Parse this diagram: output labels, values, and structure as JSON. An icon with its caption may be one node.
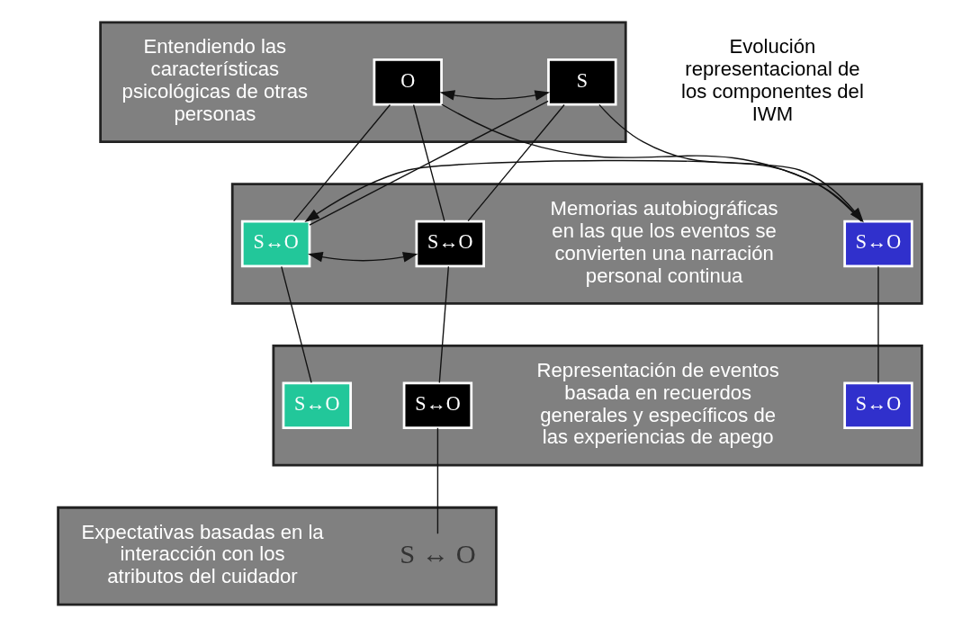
{
  "diagram": {
    "nodes": [
      {
        "text": [],
        "shape": "parallelogram",
        "beside": [
          "Entendiendo las características psicológicas de otras personas"
        ]
      },
      {
        "text": [
          "S"
        ],
        "in": 0
      },
      {
        "text": [
          "O"
        ],
        "in": 0
      },
      {
        "text": [],
        "shape": "parallelogram",
        "beside": [
          "Memorias autobiográficas en las que los eventos se convierten una narración personal continua"
        ]
      },
      {
        "text": [
          "S↔O"
        ],
        "in": 3
      },
      {
        "text": [
          "S↔O"
        ],
        "in": 3
      },
      {
        "text": [
          "S↔O"
        ],
        "in": 3
      },
      {
        "text": [],
        "shape": "parallelogram",
        "beside": [
          "Representación de eventos basada en recuerdos generales y específicos de las experiencias de apego"
        ]
      },
      {
        "text": [
          "S↔O"
        ],
        "in": 7
      },
      {
        "text": [
          "S↔O"
        ],
        "in": 7
      },
      {
        "text": [
          "S↔O"
        ],
        "in": 7
      },
      {
        "text": [],
        "shape": "parallelogram",
        "beside": [
          "Expectativas basadas en la interacción con los atributos del cuidador"
        ]
      },
      {
        "text": [
          "S ↔ O"
        ],
        "in": 11
      }
    ],
    "edges": [
      {
        "from": 1,
        "to": 2,
        "arrow": "both"
      },
      {
        "from": 1,
        "to": 4,
        "arrow": "none"
      },
      {
        "from": 1,
        "to": 5,
        "arrow": "none"
      },
      {
        "from": 1,
        "to": 6,
        "arrow": "none"
      },
      {
        "from": 2,
        "to": 4,
        "arrow": "none"
      },
      {
        "from": 2,
        "to": 5,
        "arrow": "none"
      },
      {
        "from": 2,
        "to": 6,
        "arrow": "none"
      },
      {
        "from": 4,
        "to": 5,
        "arrow": "both"
      },
      {
        "from": 5,
        "to": 6,
        "arrow": "both"
      },
      {
        "from": 4,
        "to": 8,
        "arrow": "none"
      },
      {
        "from": 5,
        "to": 9,
        "arrow": "none"
      },
      {
        "from": 6,
        "to": 10,
        "arrow": "none"
      },
      {
        "from": 8,
        "to": 12,
        "arrow": "none"
      }
    ],
    "labels": [
      "Evolución representacional de los componentes del IWM"
    ]
  }
}
